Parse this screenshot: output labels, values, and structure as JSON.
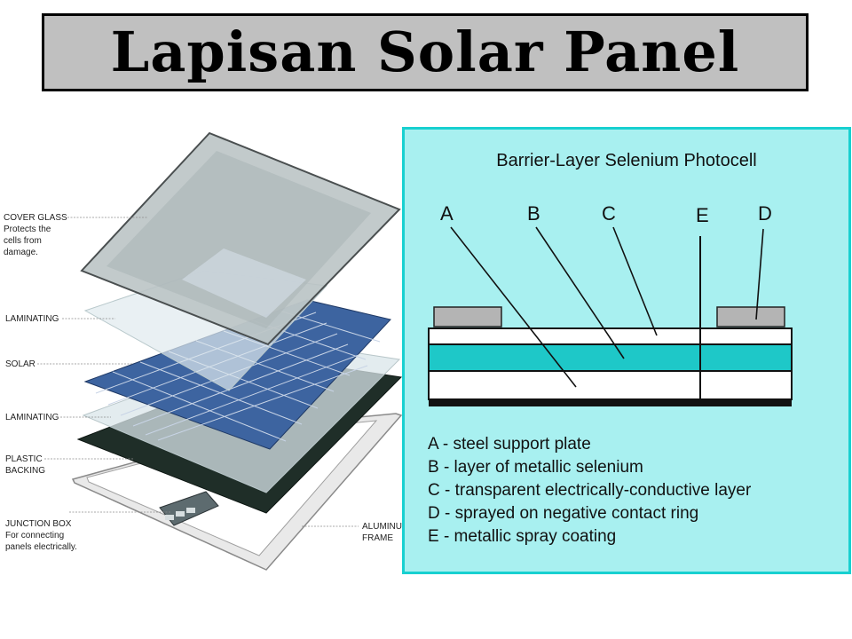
{
  "title": "Lapisan Solar Panel",
  "left_diagram": {
    "labels": {
      "cover_glass": "COVER GLASS",
      "cover_glass_desc": [
        "Protects the",
        "cells from",
        "damage."
      ],
      "laminating_top": "LAMINATING",
      "solar": "SOLAR",
      "laminating_bottom": "LAMINATING",
      "plastic_backing": [
        "PLASTIC",
        "BACKING"
      ],
      "junction_box": "JUNCTION BOX",
      "junction_box_desc": [
        "For connecting",
        "panels electrically."
      ],
      "aluminium_frame": [
        "ALUMINUI",
        "FRAME"
      ]
    },
    "colors": {
      "glass": "#b9c3c4",
      "cells": "#3d64a0",
      "backing": "#1f2e28",
      "frame": "#e6e6e6"
    }
  },
  "right_diagram": {
    "title": "Barrier-Layer Selenium Photocell",
    "letters": [
      "A",
      "B",
      "C",
      "E",
      "D"
    ],
    "legend": [
      "A - steel support plate",
      "B - layer of metallic selenium",
      "C - transparent electrically-conductive layer",
      "D - sprayed on negative contact ring",
      "E - metallic spray coating"
    ],
    "colors": {
      "background": "#a8f0f0",
      "border": "#18d0d0",
      "selenium": "#1ec8c8",
      "contact": "#b4b4b4"
    }
  }
}
